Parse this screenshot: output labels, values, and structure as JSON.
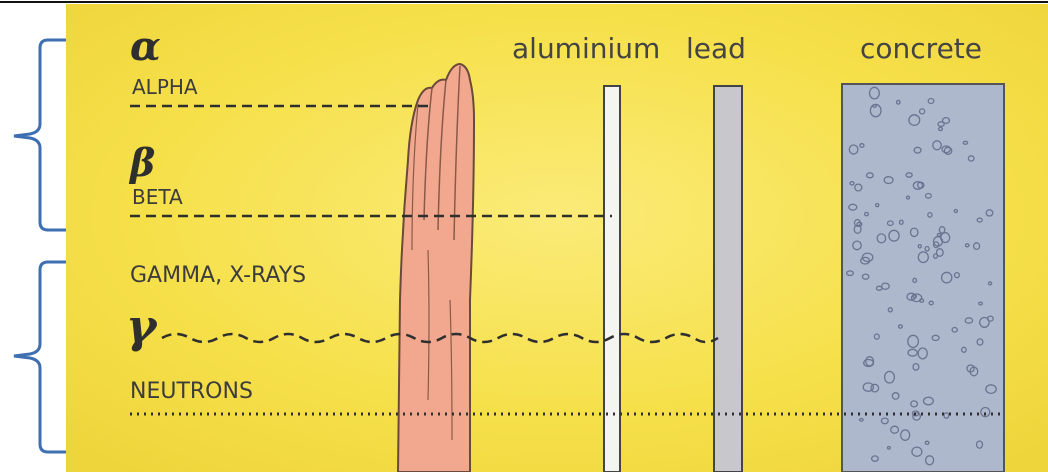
{
  "materials": {
    "aluminium": "aluminium",
    "lead": "lead",
    "concrete": "concrete"
  },
  "radiation": {
    "alpha_symbol": "α",
    "alpha_label": "ALPHA",
    "beta_symbol": "β",
    "beta_label": "BETA",
    "gamma_label": "GAMMA, X-RAYS",
    "gamma_symbol": "γ",
    "neutron_label": "NEUTRONS"
  },
  "colors": {
    "background": "#f6e24e",
    "bracket": "#3e6fb0",
    "hand": "#f2a88e",
    "lead": "#c8c8cc",
    "concrete": "#aeb8cc"
  }
}
